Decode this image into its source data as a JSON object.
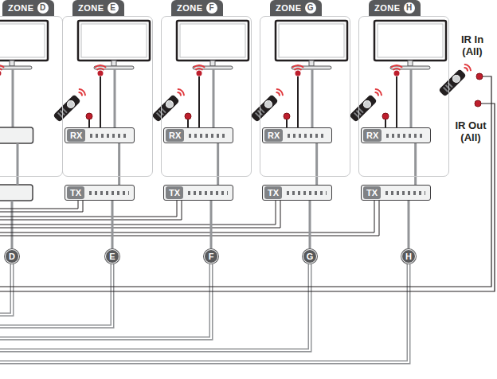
{
  "diagram": {
    "nodes": [
      {
        "text": [
          "ZONE",
          "D"
        ]
      },
      {
        "text": [
          "ZONE",
          "E"
        ]
      },
      {
        "text": [
          "RX"
        ],
        "in": 1
      },
      {
        "text": [
          "ZONE",
          "F"
        ]
      },
      {
        "text": [
          "RX"
        ],
        "in": 3
      },
      {
        "text": [
          "ZONE",
          "G"
        ]
      },
      {
        "text": [
          "RX"
        ],
        "in": 5
      },
      {
        "text": [
          "ZONE",
          "H"
        ]
      },
      {
        "text": [
          "RX"
        ],
        "in": 7
      },
      {
        "text": [
          "TX"
        ]
      },
      {
        "text": [
          "TX"
        ]
      },
      {
        "text": [
          "TX"
        ]
      },
      {
        "text": [
          "TX"
        ]
      },
      {
        "text": [
          "D"
        ]
      },
      {
        "text": [
          "E"
        ]
      },
      {
        "text": [
          "F"
        ]
      },
      {
        "text": [
          "G"
        ]
      },
      {
        "text": [
          "H"
        ]
      }
    ],
    "edges": [
      {
        "from": 2,
        "to": 9,
        "arrow": "none"
      },
      {
        "from": 4,
        "to": 10,
        "arrow": "none"
      },
      {
        "from": 6,
        "to": 11,
        "arrow": "none"
      },
      {
        "from": 8,
        "to": 12,
        "arrow": "none"
      },
      {
        "from": 9,
        "to": 14,
        "arrow": "none"
      },
      {
        "from": 10,
        "to": 15,
        "arrow": "none"
      },
      {
        "from": 11,
        "to": 16,
        "arrow": "none"
      },
      {
        "from": 12,
        "to": 17,
        "arrow": "none"
      }
    ],
    "labels": [
      "IR In (All)",
      "IR Out (All)"
    ]
  }
}
